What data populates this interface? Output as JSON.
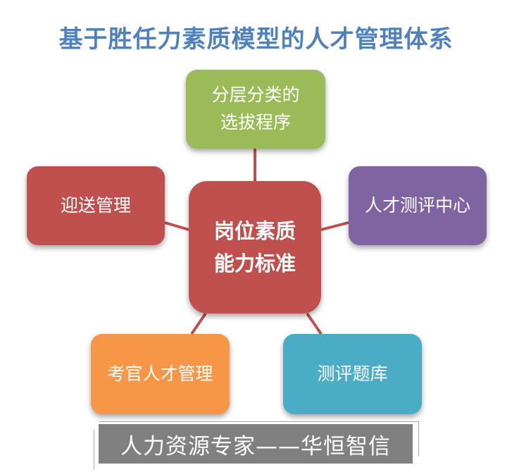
{
  "title": "基于胜任力素质模型的人才管理体系",
  "center": "岗位素质\n能力标准",
  "nodes": {
    "top": "分层分类的\n选拔程序",
    "left": "迎送管理",
    "right": "人才测评中心",
    "bottom_left": "考官人才管理",
    "bottom_right": "测评题库"
  },
  "footer": "人力资源专家——华恒智信",
  "colors": {
    "title": "#4f81bd",
    "top": "#9bbb59",
    "left": "#c0504d",
    "center": "#c0504d",
    "right": "#8064a2",
    "bottom_left": "#f79646",
    "bottom_right": "#4bacc6",
    "footer": "#808080",
    "connector": "#c0504d"
  }
}
